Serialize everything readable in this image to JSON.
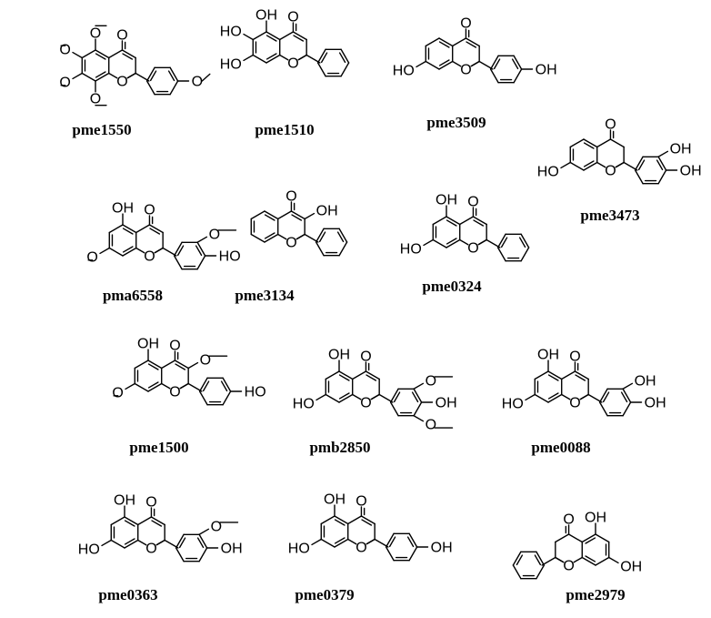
{
  "compounds": [
    {
      "id": "pme1550",
      "label": "pme1550",
      "core": "flavone",
      "B": "phenyl",
      "subs": {
        "5": "O",
        "6": "O",
        "7": "O",
        "8": "O",
        "4'": "O"
      },
      "atoms": {
        "carbonyl_o": "O",
        "ring_o": "O",
        "O5": "O",
        "O6": "O",
        "O7": "O",
        "O8": "O",
        "O4'": "O"
      }
    },
    {
      "id": "pme1510",
      "label": "pme1510",
      "core": "flavone",
      "B": "phenyl",
      "subs": {
        "5": "OH",
        "6": "HO",
        "7": "HO"
      },
      "atoms": {
        "carbonyl_o": "O",
        "ring_o": "O",
        "O5": "OH",
        "O6": "HO",
        "O7": "HO"
      }
    },
    {
      "id": "pme3509",
      "label": "pme3509",
      "core": "flavone",
      "B": "phenyl",
      "subs": {
        "7": "HO",
        "4'": "OH"
      },
      "atoms": {
        "carbonyl_o": "O",
        "ring_o": "O",
        "O7": "HO",
        "O4'": "OH"
      }
    },
    {
      "id": "pme3473",
      "label": "pme3473",
      "core": "flavanone",
      "B": "phenyl",
      "subs": {
        "7": "HO",
        "3'": "OH",
        "4'": "OH"
      },
      "atoms": {
        "carbonyl_o": "O",
        "ring_o": "O",
        "O7": "HO",
        "O3'": "OH",
        "O4'": "OH"
      }
    },
    {
      "id": "pma6558",
      "label": "pma6558",
      "core": "flavone",
      "B": "phenyl",
      "subs": {
        "5": "OH",
        "7": "O",
        "3'": "O",
        "4'": "HO"
      },
      "atoms": {
        "carbonyl_o": "O",
        "ring_o": "O",
        "O5": "OH",
        "O7": "O",
        "O3'": "O",
        "O4'": "HO"
      }
    },
    {
      "id": "pme3134",
      "label": "pme3134",
      "core": "flavone",
      "B": "phenyl",
      "subs": {
        "3": "OH"
      },
      "atoms": {
        "carbonyl_o": "O",
        "ring_o": "O",
        "O3": "OH"
      }
    },
    {
      "id": "pme0324",
      "label": "pme0324",
      "core": "flavone",
      "B": "phenyl",
      "subs": {
        "5": "OH",
        "7": "HO"
      },
      "atoms": {
        "carbonyl_o": "O",
        "ring_o": "O",
        "O5": "OH",
        "O7": "HO"
      }
    },
    {
      "id": "pme1500",
      "label": "pme1500",
      "core": "flavone",
      "B": "phenyl",
      "subs": {
        "3": "O",
        "5": "OH",
        "7": "O",
        "4'": "HO"
      },
      "atoms": {
        "carbonyl_o": "O",
        "ring_o": "O",
        "O3": "O",
        "O5": "OH",
        "O7": "O",
        "O4'": "HO"
      }
    },
    {
      "id": "pmb2850",
      "label": "pmb2850",
      "core": "flavone",
      "B": "phenyl",
      "subs": {
        "5": "OH",
        "7": "HO",
        "3'": "O",
        "4'": "OH",
        "5'": "O"
      },
      "atoms": {
        "carbonyl_o": "O",
        "ring_o": "O",
        "O5": "OH",
        "O7": "HO",
        "O3'": "O",
        "O4'": "OH",
        "O5'": "O"
      }
    },
    {
      "id": "pme0088",
      "label": "pme0088",
      "core": "flavone",
      "B": "phenyl",
      "subs": {
        "5": "OH",
        "7": "HO",
        "3'": "OH",
        "4'": "OH"
      },
      "atoms": {
        "carbonyl_o": "O",
        "ring_o": "O",
        "O5": "OH",
        "O7": "HO",
        "O3'": "OH",
        "O4'": "OH"
      }
    },
    {
      "id": "pme0363",
      "label": "pme0363",
      "core": "flavone",
      "B": "phenyl",
      "subs": {
        "5": "OH",
        "7": "HO",
        "3'": "O",
        "4'": "OH"
      },
      "atoms": {
        "carbonyl_o": "O",
        "ring_o": "O",
        "O5": "OH",
        "O7": "HO",
        "O3'": "O",
        "O4'": "OH"
      }
    },
    {
      "id": "pme0379",
      "label": "pme0379",
      "core": "flavone",
      "B": "phenyl",
      "subs": {
        "5": "OH",
        "7": "HO",
        "4'": "OH"
      },
      "atoms": {
        "carbonyl_o": "O",
        "ring_o": "O",
        "O5": "OH",
        "O7": "HO",
        "O4'": "OH"
      }
    },
    {
      "id": "pme2979",
      "label": "pme2979",
      "core": "flavanone",
      "B": "phenyl",
      "mirror": true,
      "subs": {
        "5": "OH",
        "7": "OH"
      },
      "atoms": {
        "carbonyl_o": "O",
        "ring_o": "O",
        "O5": "OH",
        "O7": "OH"
      }
    }
  ]
}
